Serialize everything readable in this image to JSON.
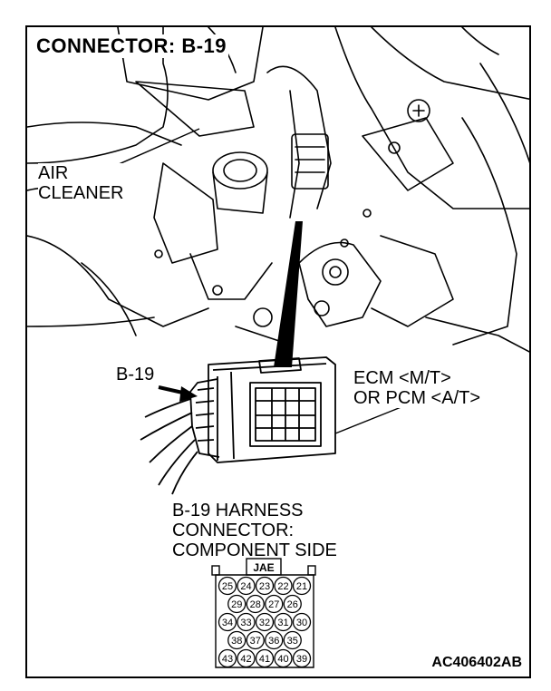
{
  "title": "CONNECTOR: B-19",
  "labels": {
    "air_cleaner_line1": "AIR",
    "air_cleaner_line2": "CLEANER",
    "b19_callout": "B-19",
    "ecm_line1": "ECM <M/T>",
    "ecm_line2": "OR PCM <A/T>",
    "harness_line1": "B-19 HARNESS",
    "harness_line2": "CONNECTOR:",
    "harness_line3": "COMPONENT SIDE"
  },
  "connector": {
    "tab_label": "JAE",
    "rows": [
      [
        "25",
        "24",
        "23",
        "22",
        "21"
      ],
      [
        "29",
        "28",
        "27",
        "26"
      ],
      [
        "34",
        "33",
        "32",
        "31",
        "30"
      ],
      [
        "38",
        "37",
        "36",
        "35"
      ],
      [
        "43",
        "42",
        "41",
        "40",
        "39"
      ]
    ]
  },
  "figure_id": "AC406402AB"
}
